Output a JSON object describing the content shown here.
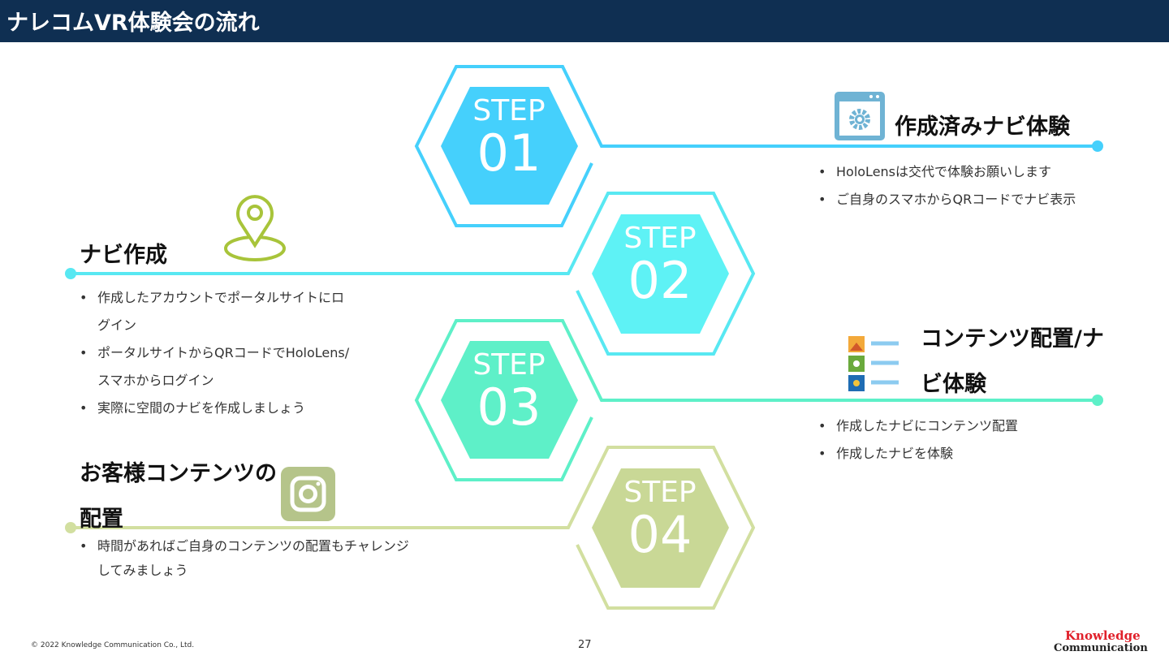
{
  "header": {
    "title": "ナレコムVR体験会の流れ"
  },
  "steps": [
    {
      "label": "STEP",
      "num": "01",
      "color": "#45d0fc",
      "heading": "作成済みナビ体験",
      "icon": "settings-window-icon",
      "bullets": [
        "HoloLensは交代で体験お願いします",
        "ご自身のスマホからQRコードでナビ表示"
      ]
    },
    {
      "label": "STEP",
      "num": "02",
      "color": "#5ef2f5",
      "heading": "ナビ作成",
      "icon": "map-pin-icon",
      "bullets": [
        "作成したアカウントでポータルサイトにログイン",
        "ポータルサイトからQRコードでHoloLens/スマホからログイン",
        "実際に空間のナビを作成しましょう"
      ]
    },
    {
      "label": "STEP",
      "num": "03",
      "color": "#5ef0c8",
      "heading": "コンテンツ配置/ナビ体験",
      "icon": "content-list-icon",
      "bullets": [
        "作成したナビにコンテンツ配置",
        "作成したナビを体験"
      ]
    },
    {
      "label": "STEP",
      "num": "04",
      "color": "#c9d896",
      "heading": "お客様コンテンツの配置",
      "icon": "instagram-icon",
      "bullets": [
        "時間があればご自身のコンテンツの配置もチャレンジしてみましょう"
      ]
    }
  ],
  "footer": {
    "copyright": "© 2022 Knowledge Communication Co., Ltd.",
    "page": "27",
    "logo_top": "Knowledge",
    "logo_bottom": "Communication"
  }
}
